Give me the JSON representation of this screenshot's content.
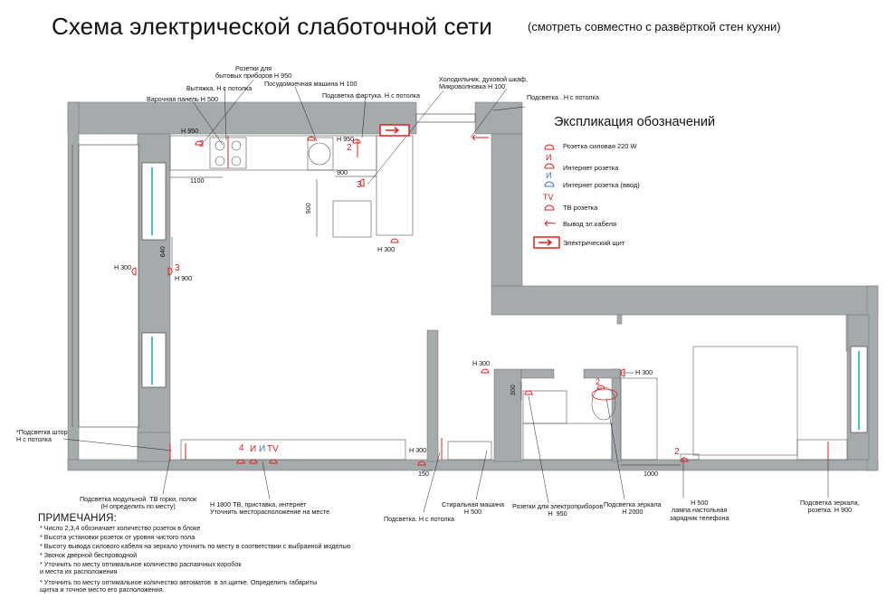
{
  "title": "Схема электрической слаботочной сети",
  "subtitle": "(смотреть совместно с развёрткой стен кухни)",
  "legend": {
    "title": "Экспликация обозначений",
    "items": [
      {
        "text": "Розетка силовая 220  W",
        "icon": "power-socket-icon",
        "color": "#e0201d"
      },
      {
        "text": "Интернет розетка",
        "icon": "internet-socket-icon",
        "mark": "И",
        "color": "#e0201d"
      },
      {
        "text": "Интернет розетка (ввод)",
        "icon": "internet-input-socket-icon",
        "mark": "И",
        "color": "#3a6fd8"
      },
      {
        "text": "ТВ розетка",
        "icon": "tv-socket-icon",
        "mark": "TV",
        "color": "#e0201d"
      },
      {
        "text": "Вывод эл.кабеля",
        "icon": "cable-outlet-icon",
        "color": "#e0201d"
      },
      {
        "text": "Электрический щит",
        "icon": "electrical-panel-icon",
        "color": "#e0201d"
      }
    ]
  },
  "labels": {
    "sockets_appliances": "Розетки для\nбытовых приборов Н 950",
    "hood": "Вытяжка. Н с потолка",
    "dishwasher": "Посудомоечная машина Н 100",
    "cooktop": "Варочная панель Н 500",
    "backsplash_light": "Подсветка фартука. Н с потолка",
    "fridge_oven": "Холодильник, духовой шкаф,\nМикроволновка Н 100",
    "light_ceiling_top": "Подсветка . Н с потолка",
    "h950_left": "Н 950",
    "h950_right": "Н 950",
    "h300_kitchen": "Н 300",
    "h300_left": "Н 300",
    "h900_left": "Н 900",
    "curtain_light": "*Подсветка штор\nН с потолка",
    "tv_module_light": "Подсветка модульной  ТВ горки, полок\n(Н определить по месту)",
    "tv_h1800": "Н 1800 ТВ, приставка, интернет\nУточнить месторасположение на месте",
    "h300_corridor": "Н 300",
    "light_ceiling_bottom": "Подсветка. Н с потолка",
    "washing_machine": "Стиральная машина\nН 500",
    "h300_bath": "Н 300",
    "bath_sockets": "Розетки для электроприборов\nН  950",
    "mirror_light": "Подсветка зеркала\nН 2000",
    "h300_wc": "Н 300",
    "lamp": "Н 500\nлампа настольная\nзарядник телефона",
    "mirror_light_right": "Подсветка зеркала,\nрозетка. Н 900"
  },
  "dimensions": {
    "d1100": "1100",
    "d900_h": "900",
    "d900_v": "900",
    "d640": "640",
    "d150": "150",
    "d300": "300",
    "d1000": "1000"
  },
  "socket_marks": {
    "n2_kitchen": "2",
    "n2_kitchen_r": "2",
    "n3_kitchen": "3",
    "n3_left": "3",
    "n4_tv": "4",
    "i_tv": "И",
    "i_tv_blue": "И",
    "tv_tv": "TV",
    "n2_bath": "2",
    "n2_bed": "2"
  },
  "notes": {
    "title": "ПРИМЕЧАНИЯ:",
    "items": [
      "* Число 2,3,4 обозначает количество розеток в блоке",
      "* Высота установки розеток от уровня чистого пола",
      "* Высоту вывода силового кабеля на зеркало  уточнить по месту в соответствии с выбранной моделью",
      "* Звонок дверной беспроводной",
      "* Уточнить по месту оптимальное количество распаячных коробок\nи места их расположения",
      "* Уточнить по месту оптимальное количество автоматов  в эл.щитке. Определить габариты\nщитка и точное место его расположения."
    ]
  },
  "colors": {
    "wall": "#a5aaac",
    "red": "#e0201d",
    "blue": "#3a6fd8",
    "cyan": "#48c3cc"
  }
}
